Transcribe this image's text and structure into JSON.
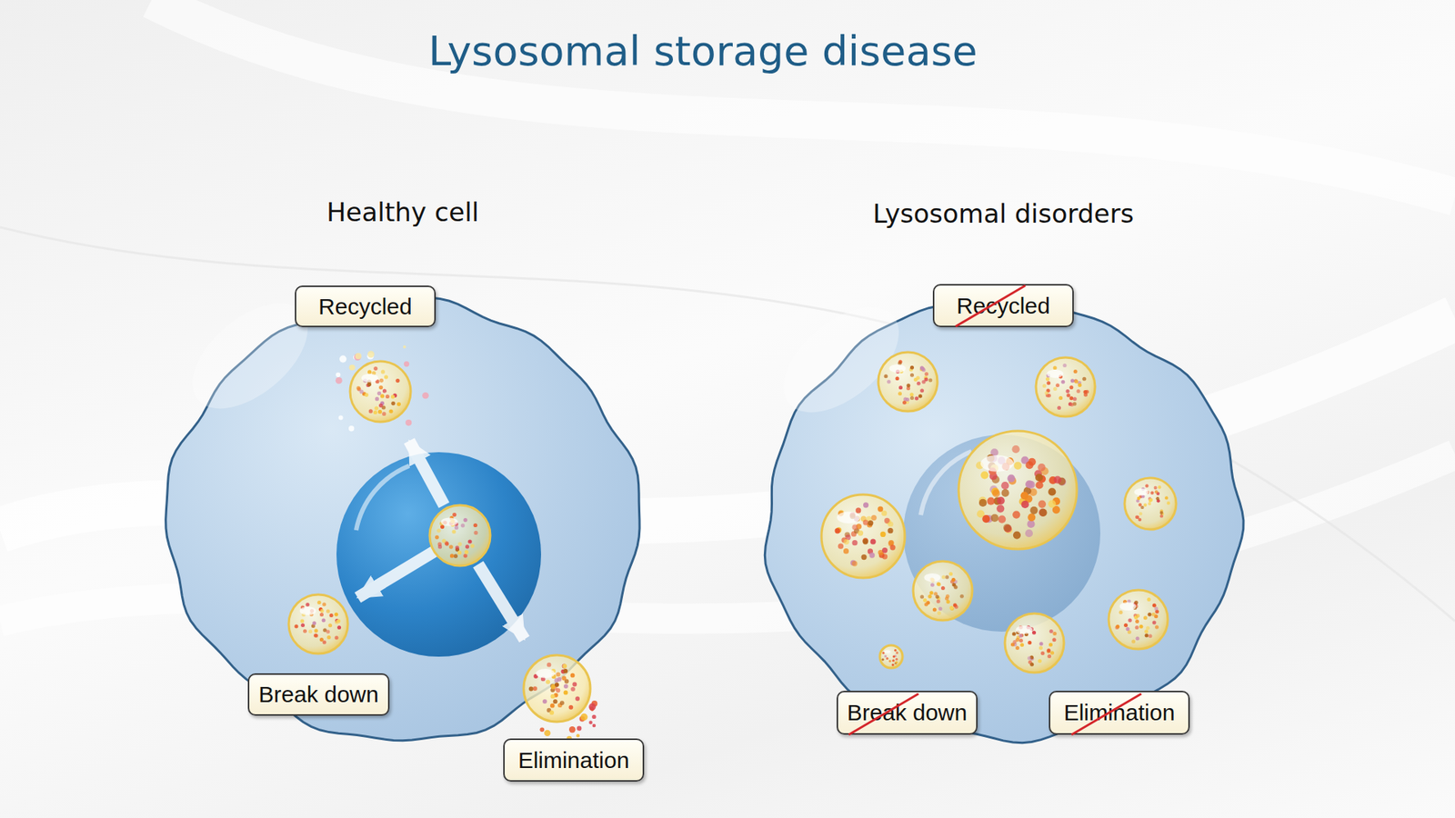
{
  "diagram": {
    "title": "Lysosomal storage disease",
    "nodes": [
      {
        "text": [
          "Healthy cell"
        ]
      },
      {
        "text": [
          "Recycled"
        ],
        "in": 0
      },
      {
        "text": [
          "Break down"
        ],
        "in": 0
      },
      {
        "text": [
          "Elimination"
        ],
        "in": 0
      },
      {
        "text": [
          "Lysosomal disorders"
        ]
      },
      {
        "text": [
          "Recycled"
        ],
        "in": 4
      },
      {
        "text": [
          "Break down"
        ],
        "in": 4
      },
      {
        "text": [
          "Elimination"
        ],
        "in": 4
      }
    ]
  }
}
